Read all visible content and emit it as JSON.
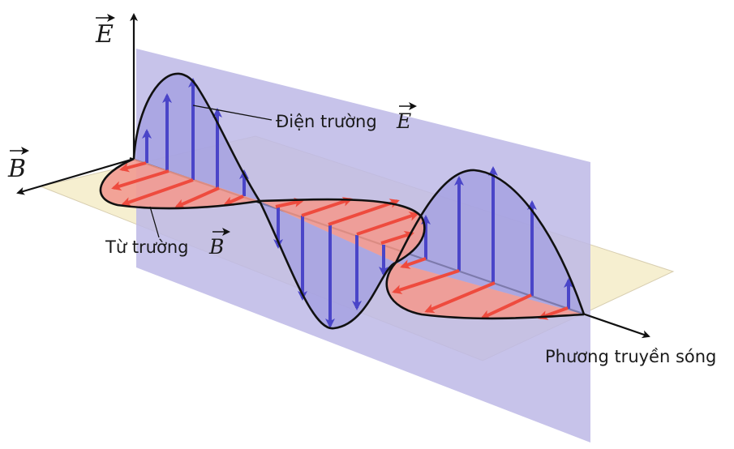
{
  "labels": {
    "e_axis": "E",
    "b_axis": "B",
    "e_field_text": "Điện trường",
    "e_field_symbol": "E",
    "b_field_text": "Từ trường",
    "b_field_symbol": "B",
    "propagation": "Phương truyền sóng"
  },
  "colors": {
    "e_plane": "#bdb9e6",
    "b_plane": "#f6efd0",
    "e_wave_fill": "#a29ee0",
    "e_arrow": "#4a45c8",
    "b_wave_fill": "#f29a90",
    "b_arrow": "#ee4b3e",
    "outline": "#111111"
  }
}
